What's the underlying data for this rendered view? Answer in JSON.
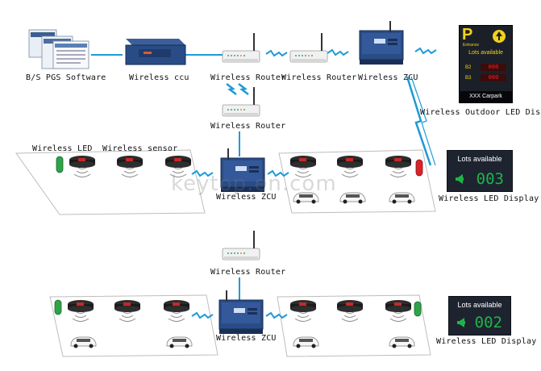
{
  "labels": {
    "bs_software": "B/S PGS Software",
    "ccu": "Wireless ccu",
    "router_main": "Wireless Router",
    "router_second": "Wireless Router",
    "zcu_top": "Wireless ZCU",
    "outdoor_display": "Wireless Outdoor LED Display",
    "router_mid": "Wireless Router",
    "led": "Wireless LED",
    "sensor": "Wireless sensor",
    "zcu_mid": "Wireless ZCU",
    "led_display_mid": "Wireless LED Display",
    "router_bottom": "Wireless Router",
    "zcu_bottom": "Wireless ZCU",
    "led_display_bottom": "Wireless LED Display"
  },
  "outdoor_panel": {
    "letter": "P",
    "entrance": "Entrance",
    "lots_available": "Lots available",
    "rows": [
      {
        "level": "B2",
        "value": "000"
      },
      {
        "level": "B3",
        "value": "000"
      }
    ],
    "footer": "XXX Carpark"
  },
  "led_panel_mid": {
    "header": "Lots available",
    "value": "003"
  },
  "led_panel_bottom": {
    "header": "Lots available",
    "value": "002"
  },
  "watermark": "keytop.en.com",
  "colors": {
    "link_blue": "#1e9ad6",
    "device_blue": "#2a4c86",
    "led_green": "#1fb34a",
    "led_red": "#d8232a",
    "outdoor_yellow": "#f2d21a"
  }
}
